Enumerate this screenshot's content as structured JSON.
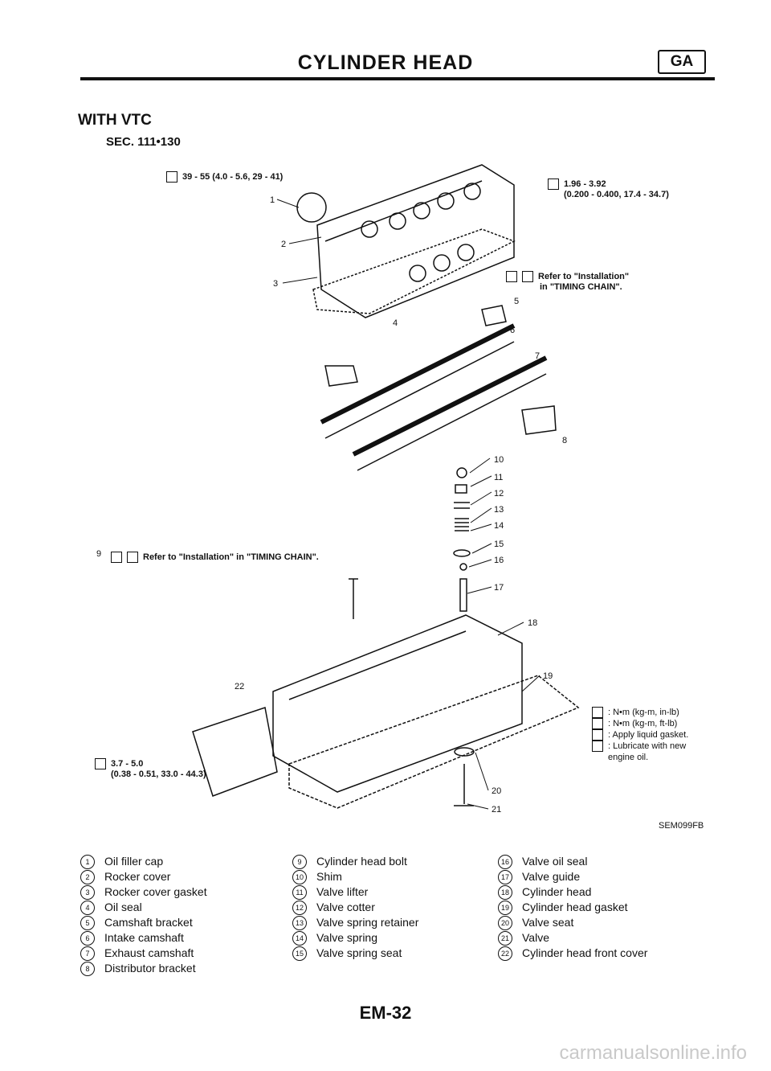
{
  "header": {
    "title": "CYLINDER HEAD",
    "badge": "GA"
  },
  "section": {
    "heading": "WITH VTC",
    "code": "SEC. 111•130"
  },
  "callouts": {
    "torque_filler": "39 - 55 (4.0 - 5.6, 29 - 41)",
    "torque_cover_1": "1.96 - 3.92",
    "torque_cover_2": "(0.200 - 0.400, 17.4 - 34.7)",
    "refer_1": "Refer to \"Installation\"",
    "refer_2": "in \"TIMING CHAIN\".",
    "refer_bolt": "Refer to \"Installation\" in \"TIMING CHAIN\".",
    "torque_front_1": "3.7 - 5.0",
    "torque_front_2": "(0.38 - 0.51, 33.0 - 44.3)"
  },
  "key": {
    "k1": ": N•m (kg-m, in-lb)",
    "k2": ": N•m (kg-m, ft-lb)",
    "k3": ": Apply liquid gasket.",
    "k4": ": Lubricate with new",
    "k5": "engine oil."
  },
  "figure_id": "SEM099FB",
  "legend": {
    "col1": [
      {
        "n": "1",
        "t": "Oil filler cap"
      },
      {
        "n": "2",
        "t": "Rocker cover"
      },
      {
        "n": "3",
        "t": "Rocker cover gasket"
      },
      {
        "n": "4",
        "t": "Oil seal"
      },
      {
        "n": "5",
        "t": "Camshaft bracket"
      },
      {
        "n": "6",
        "t": "Intake camshaft"
      },
      {
        "n": "7",
        "t": "Exhaust camshaft"
      },
      {
        "n": "8",
        "t": "Distributor bracket"
      }
    ],
    "col2": [
      {
        "n": "9",
        "t": "Cylinder head bolt"
      },
      {
        "n": "10",
        "t": "Shim"
      },
      {
        "n": "11",
        "t": "Valve lifter"
      },
      {
        "n": "12",
        "t": "Valve cotter"
      },
      {
        "n": "13",
        "t": "Valve spring retainer"
      },
      {
        "n": "14",
        "t": "Valve spring"
      },
      {
        "n": "15",
        "t": "Valve spring seat"
      }
    ],
    "col3": [
      {
        "n": "16",
        "t": "Valve oil seal"
      },
      {
        "n": "17",
        "t": "Valve guide"
      },
      {
        "n": "18",
        "t": "Cylinder head"
      },
      {
        "n": "19",
        "t": "Cylinder head gasket"
      },
      {
        "n": "20",
        "t": "Valve seat"
      },
      {
        "n": "21",
        "t": "Valve"
      },
      {
        "n": "22",
        "t": "Cylinder head front cover"
      }
    ]
  },
  "page_number": "EM-32",
  "watermark": "carmanualsonline.info",
  "labels": [
    "1",
    "2",
    "3",
    "4",
    "5",
    "6",
    "7",
    "8",
    "9",
    "10",
    "11",
    "12",
    "13",
    "14",
    "15",
    "16",
    "17",
    "18",
    "19",
    "20",
    "21",
    "22"
  ]
}
